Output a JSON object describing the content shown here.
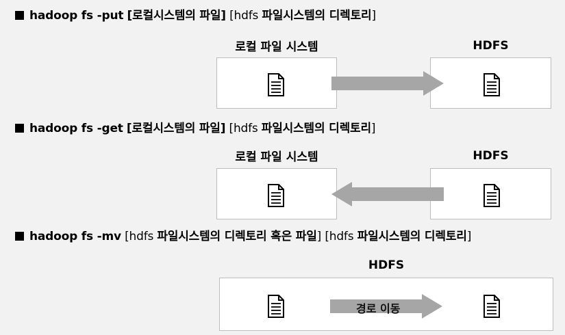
{
  "sections": [
    {
      "command": "hadoop fs -put",
      "arg1": "[로컬시스템의 파일]",
      "arg2_open": "[hdfs ",
      "arg2_bold": "파일시스템의 디렉토리",
      "arg2_close": "]",
      "left_label": "로컬 파일 시스템",
      "right_label": "HDFS"
    },
    {
      "command": "hadoop fs -get",
      "arg1": "[로컬시스템의 파일]",
      "arg2_open": "[hdfs ",
      "arg2_bold": "파일시스템의 디렉토리",
      "arg2_close": "]",
      "left_label": "로컬 파일 시스템",
      "right_label": "HDFS"
    },
    {
      "command": "hadoop fs -mv",
      "arg1_open": "[hdfs ",
      "arg1_bold": "파일시스템의 디렉토리 혹은 파일",
      "arg1_close": "]",
      "arg2_open": "[hdfs ",
      "arg2_bold": "파일시스템의 디렉토리",
      "arg2_close": "]",
      "center_label": "HDFS",
      "arrow_label": "경로 이동"
    }
  ],
  "colors": {
    "arrow": "#a6a6a6",
    "box_border": "#bdbdbd",
    "background": "#f2f2f2"
  },
  "icons": [
    "document-icon"
  ]
}
